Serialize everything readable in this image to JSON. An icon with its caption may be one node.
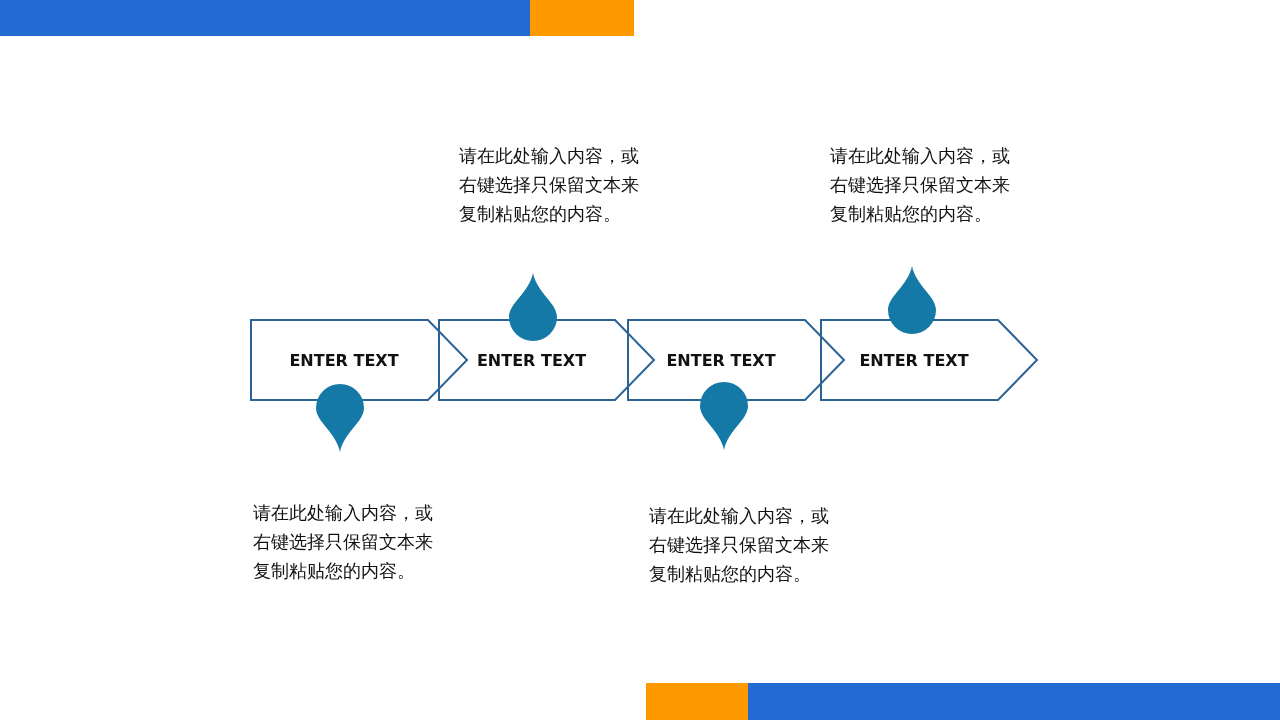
{
  "diagram": {
    "nodes": [
      {
        "text": [
          "ENTER TEXT"
        ]
      },
      {
        "text": [
          "ENTER TEXT"
        ]
      },
      {
        "text": [
          "ENTER TEXT"
        ]
      },
      {
        "text": [
          "ENTER TEXT"
        ]
      }
    ],
    "labels": [
      "请在此处输入内容，或右键选择只保留文本来复制粘贴您的内容。",
      "请在此处输入内容，或右键选择只保留文本来复制粘贴您的内容。",
      "请在此处输入内容，或右键选择只保留文本来复制粘贴您的内容。",
      "请在此处输入内容，或右键选择只保留文本来复制粘贴您的内容。"
    ]
  }
}
